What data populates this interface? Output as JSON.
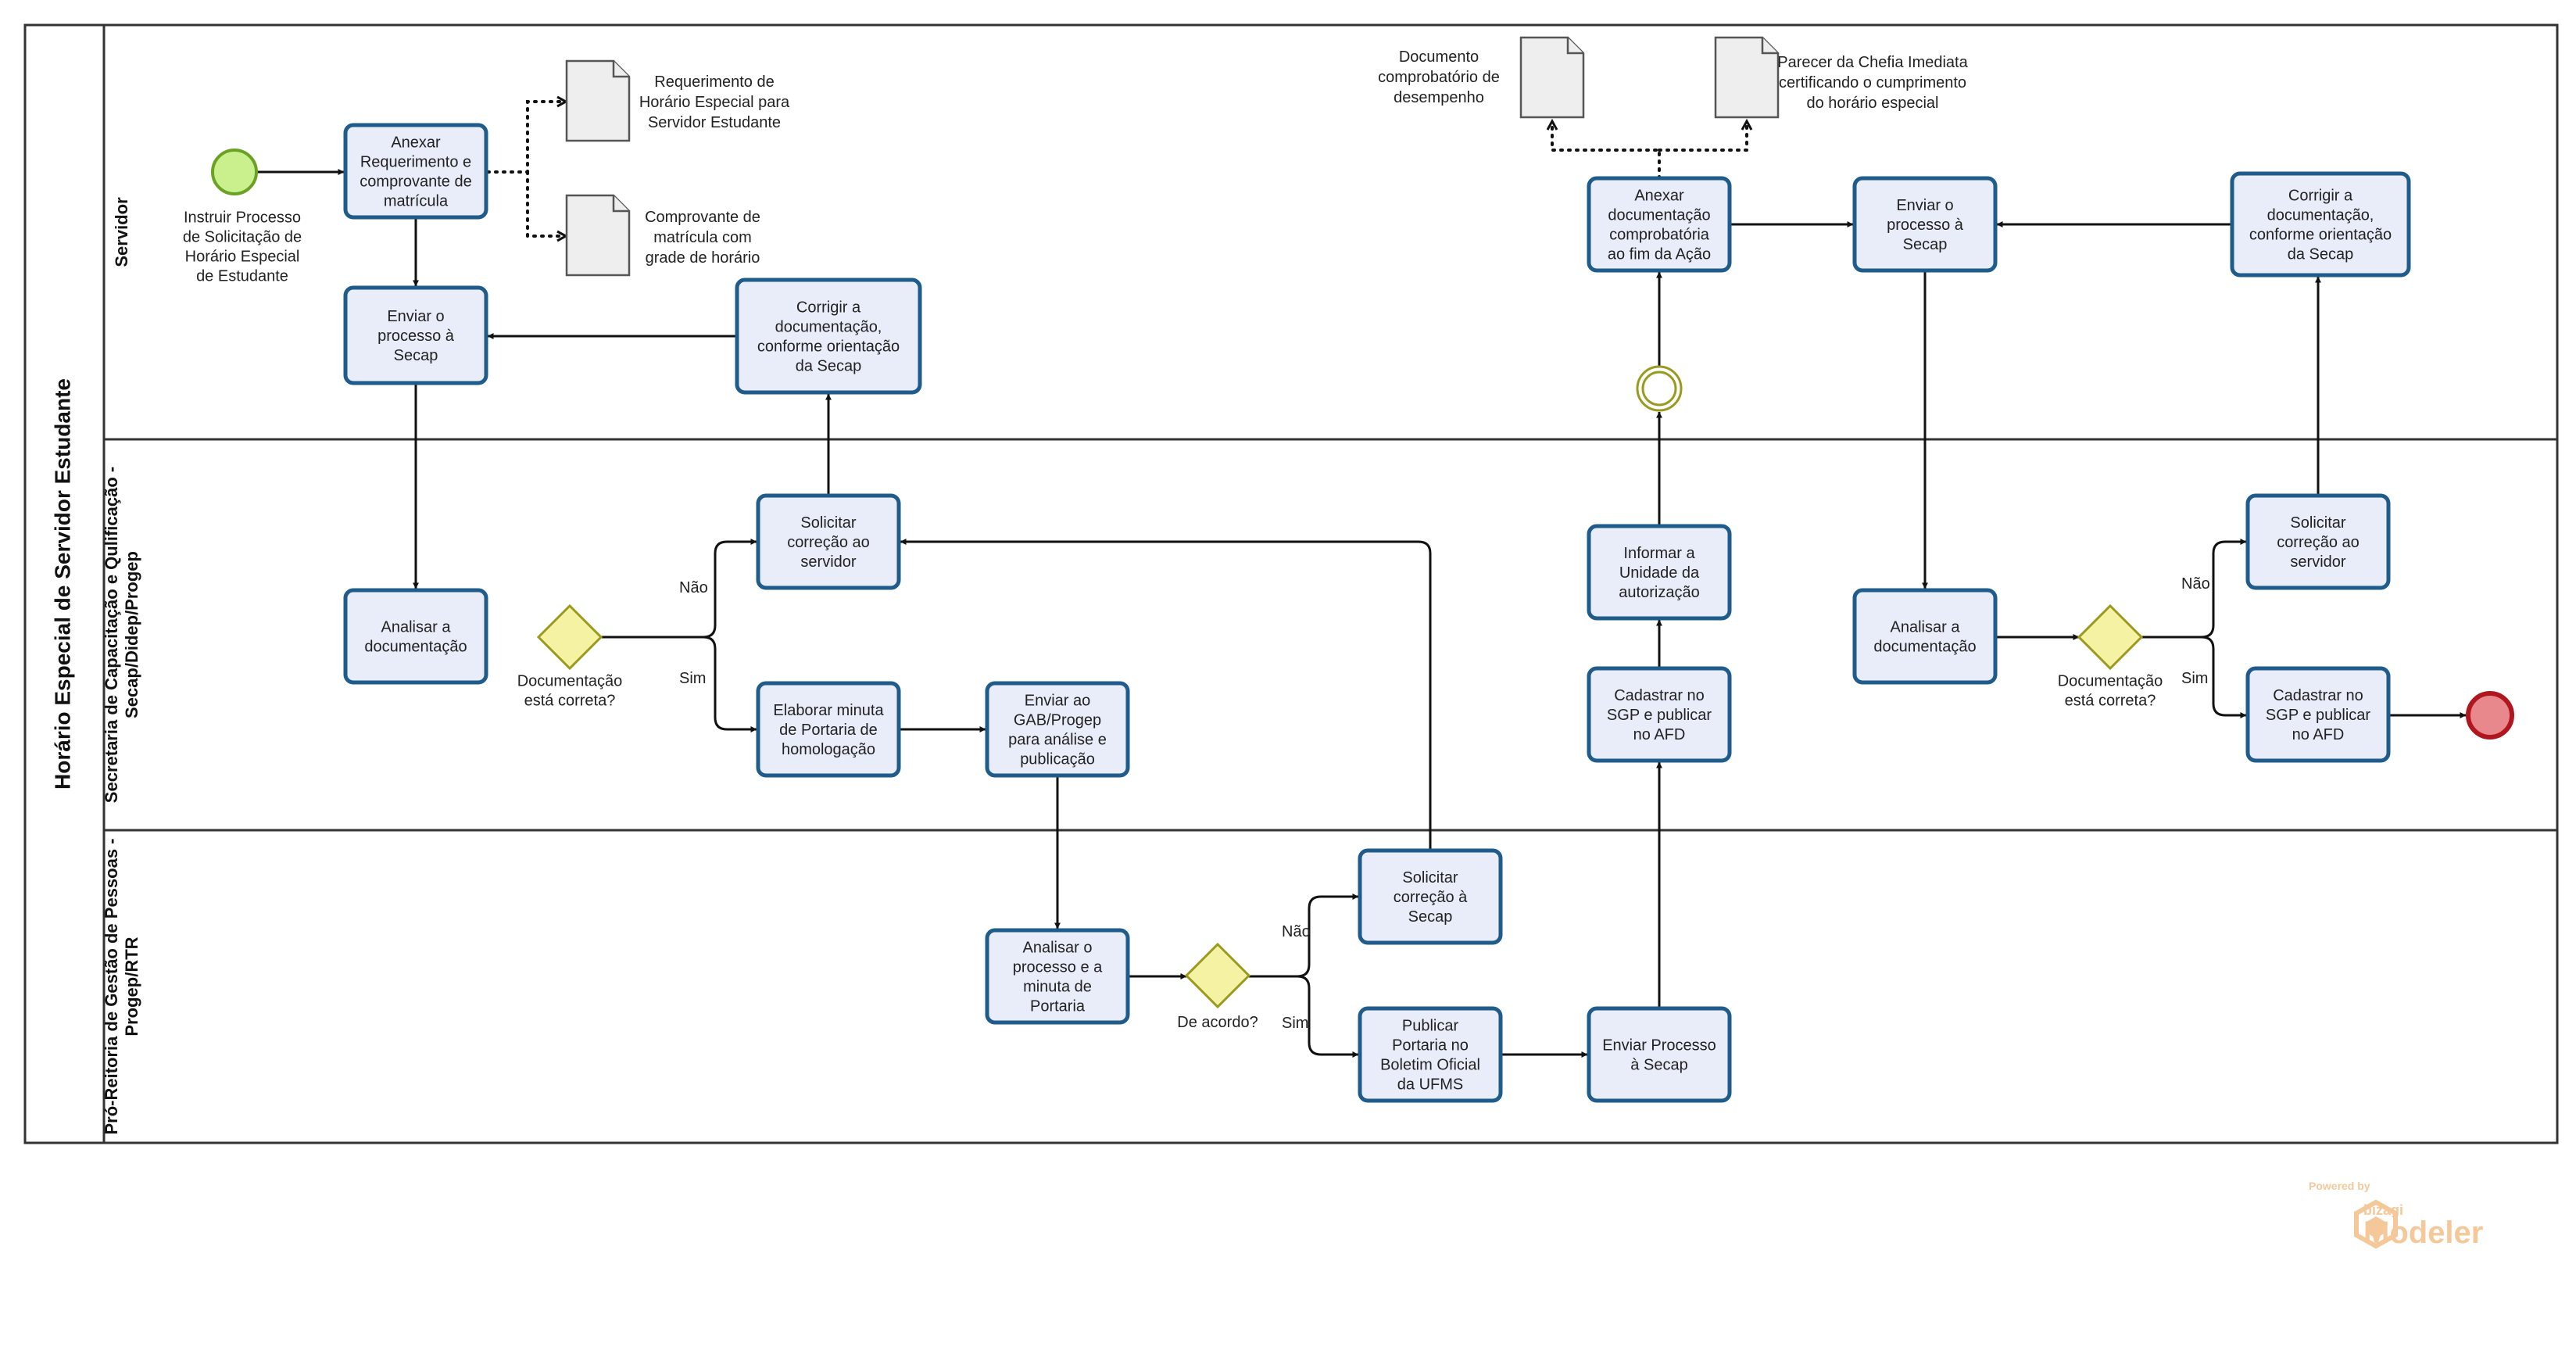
{
  "pool": {
    "title": "Horário Especial de Servidor Estudante"
  },
  "lanes": [
    {
      "id": "servidor",
      "lines": [
        "Servidor"
      ]
    },
    {
      "id": "secap",
      "lines": [
        "Secretaria de Capacitação e Qulificação -",
        "Secap/Didep/Progep"
      ]
    },
    {
      "id": "progep",
      "lines": [
        "Pró-Reitoria de Gestão de Pessoas -",
        "Progep/RTR"
      ]
    }
  ],
  "events": {
    "start": {
      "lines": [
        "Instruir Processo",
        "de Solicitação de",
        "Horário Especial",
        "de Estudante"
      ],
      "color": "#c9f08c",
      "stroke": "#6aa226"
    },
    "intermediate": {
      "stroke": "#9a9a1e"
    },
    "end": {
      "color": "#e8888d",
      "stroke": "#b0161d"
    }
  },
  "tasks": [
    {
      "id": "t1",
      "lines": [
        "Anexar",
        "Requerimento e",
        "comprovante de",
        "matrícula"
      ]
    },
    {
      "id": "t2",
      "lines": [
        "Enviar o",
        "processo à",
        "Secap"
      ]
    },
    {
      "id": "t3",
      "lines": [
        "Corrigir a",
        "documentação,",
        "conforme orientação",
        "da Secap"
      ]
    },
    {
      "id": "t4",
      "lines": [
        "Analisar a",
        "documentação"
      ]
    },
    {
      "id": "t5",
      "lines": [
        "Solicitar",
        "correção ao",
        "servidor"
      ]
    },
    {
      "id": "t6",
      "lines": [
        "Elaborar minuta",
        "de Portaria de",
        "homologação"
      ]
    },
    {
      "id": "t7",
      "lines": [
        "Enviar ao",
        "GAB/Progep",
        "para análise e",
        "publicação"
      ]
    },
    {
      "id": "t8",
      "lines": [
        "Analisar o",
        "processo e a",
        "minuta de",
        "Portaria"
      ]
    },
    {
      "id": "t9",
      "lines": [
        "Solicitar",
        "correção à",
        "Secap"
      ]
    },
    {
      "id": "t10",
      "lines": [
        "Publicar",
        "Portaria no",
        "Boletim Oficial",
        "da UFMS"
      ]
    },
    {
      "id": "t11",
      "lines": [
        "Enviar Processo",
        "à Secap"
      ]
    },
    {
      "id": "t12",
      "lines": [
        "Cadastrar no",
        "SGP e publicar",
        "no AFD"
      ]
    },
    {
      "id": "t13",
      "lines": [
        "Informar a",
        "Unidade da",
        "autorização"
      ]
    },
    {
      "id": "t14",
      "lines": [
        "Anexar",
        "documentação",
        "comprobatória",
        "ao fim da Ação"
      ]
    },
    {
      "id": "t15",
      "lines": [
        "Enviar o",
        "processo à",
        "Secap"
      ]
    },
    {
      "id": "t16",
      "lines": [
        "Corrigir a",
        "documentação,",
        "conforme orientação",
        "da Secap"
      ]
    },
    {
      "id": "t17",
      "lines": [
        "Analisar a",
        "documentação"
      ]
    },
    {
      "id": "t18",
      "lines": [
        "Solicitar",
        "correção ao",
        "servidor"
      ]
    },
    {
      "id": "t19",
      "lines": [
        "Cadastrar no",
        "SGP e publicar",
        "no AFD"
      ]
    }
  ],
  "gateways": [
    {
      "id": "g1",
      "lines": [
        "Documentação",
        "está correta?"
      ]
    },
    {
      "id": "g2",
      "lines": [
        "De acordo?"
      ]
    },
    {
      "id": "g3",
      "lines": [
        "Documentação",
        "está correta?"
      ]
    }
  ],
  "documents": [
    {
      "id": "d1",
      "lines": [
        "Requerimento de",
        "Horário Especial para",
        "Servidor Estudante"
      ]
    },
    {
      "id": "d2",
      "lines": [
        "Comprovante de",
        "matrícula com",
        "grade de horário"
      ]
    },
    {
      "id": "d3",
      "lines": [
        "Documento",
        "comprobatório de",
        "desempenho"
      ]
    },
    {
      "id": "d4",
      "lines": [
        "Parecer da Chefia Imediata",
        "certificando o cumprimento",
        "do horário especial"
      ]
    }
  ],
  "flow_labels": {
    "nao": "Não",
    "sim": "Sim"
  },
  "watermark": {
    "powered": "Powered by",
    "brand": "bizagi",
    "product": "Modeler",
    "color": "#f5c89a"
  }
}
